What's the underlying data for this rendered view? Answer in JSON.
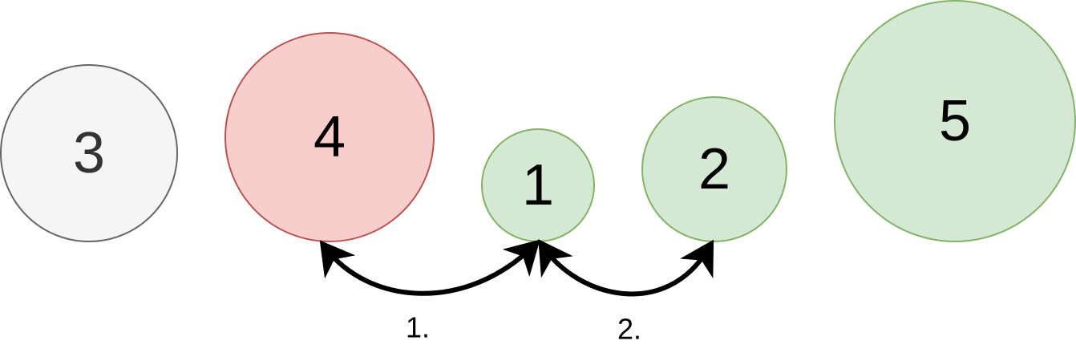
{
  "nodes": [
    {
      "id": "3",
      "label": "3",
      "fill": "#f5f5f5",
      "stroke": "#666666",
      "text_color": "#333333"
    },
    {
      "id": "4",
      "label": "4",
      "fill": "#f8cecc",
      "stroke": "#b85450",
      "text_color": "#000000"
    },
    {
      "id": "1",
      "label": "1",
      "fill": "#d5e8d4",
      "stroke": "#82b366",
      "text_color": "#000000"
    },
    {
      "id": "2",
      "label": "2",
      "fill": "#d5e8d4",
      "stroke": "#82b366",
      "text_color": "#000000"
    },
    {
      "id": "5",
      "label": "5",
      "fill": "#d5e8d4",
      "stroke": "#82b366",
      "text_color": "#000000"
    }
  ],
  "edges": [
    {
      "id": "edge-1",
      "from": "4",
      "to": "1",
      "label": "1.",
      "bidirectional": true
    },
    {
      "id": "edge-2",
      "from": "1",
      "to": "2",
      "label": "2.",
      "bidirectional": true
    }
  ],
  "colors": {
    "arrow": "#000000"
  }
}
